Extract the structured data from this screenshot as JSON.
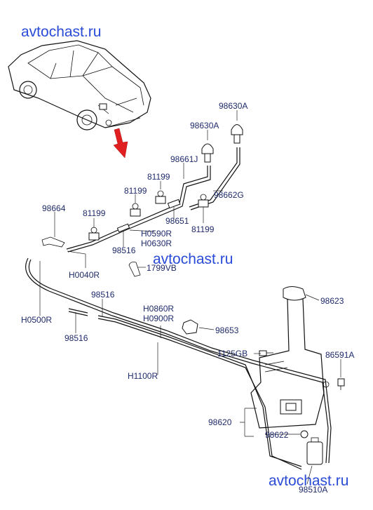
{
  "watermarks": [
    "avtochast.ru",
    "avtochast.ru",
    "avtochast.ru"
  ],
  "labels": {
    "p98630A_top": "98630A",
    "p98630A_mid": "98630A",
    "p98661J": "98661J",
    "p81199_a": "81199",
    "p81199_b": "81199",
    "p81199_c": "81199",
    "p81199_d": "81199",
    "p98664": "98664",
    "p98662G": "98662G",
    "p98651": "98651",
    "pH0590R": "H0590R",
    "pH0630R": "H0630R",
    "p98516_a": "98516",
    "p98516_b": "98516",
    "p98516_c": "98516",
    "pH0040R": "H0040R",
    "p1799VB": "1799VB",
    "pH0500R": "H0500R",
    "pH0860R": "H0860R",
    "pH0900R": "H0900R",
    "p98623": "98623",
    "p98653": "98653",
    "p1125GB": "1125GB",
    "p86591A": "86591A",
    "pH1100R": "H1100R",
    "p98620": "98620",
    "p98622": "98622",
    "p98510A": "98510A"
  },
  "colors": {
    "watermark": "#2a4bd7",
    "label": "#1f2a6b",
    "arrow": "#e02020",
    "line": "#111111"
  }
}
